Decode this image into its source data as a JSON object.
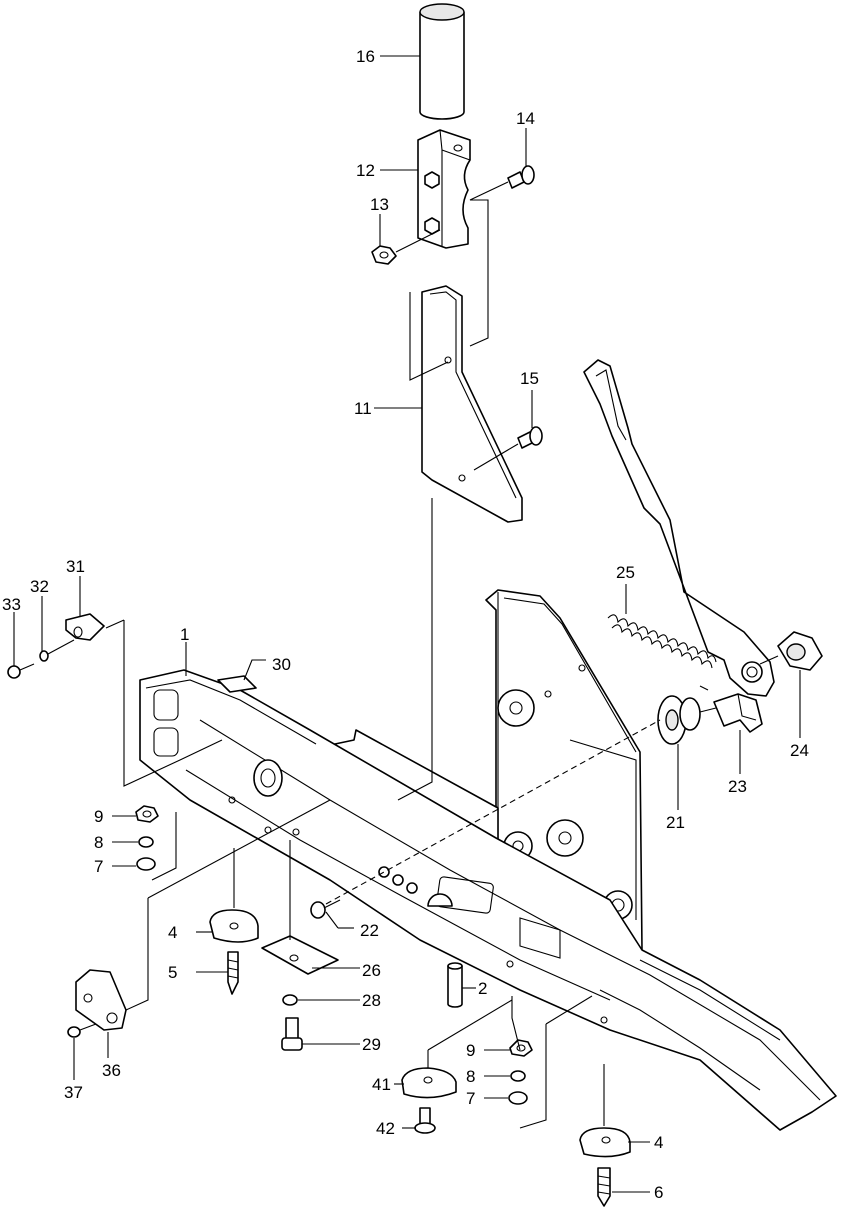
{
  "diagram": {
    "callouts": [
      "1",
      "2",
      "4",
      "4",
      "5",
      "6",
      "7",
      "7",
      "8",
      "8",
      "9",
      "9",
      "11",
      "12",
      "13",
      "14",
      "15",
      "16",
      "21",
      "22",
      "23",
      "24",
      "25",
      "26",
      "28",
      "29",
      "30",
      "31",
      "32",
      "33",
      "36",
      "37",
      "41",
      "42"
    ]
  },
  "colors": {
    "line": "#000000",
    "background": "#ffffff"
  }
}
